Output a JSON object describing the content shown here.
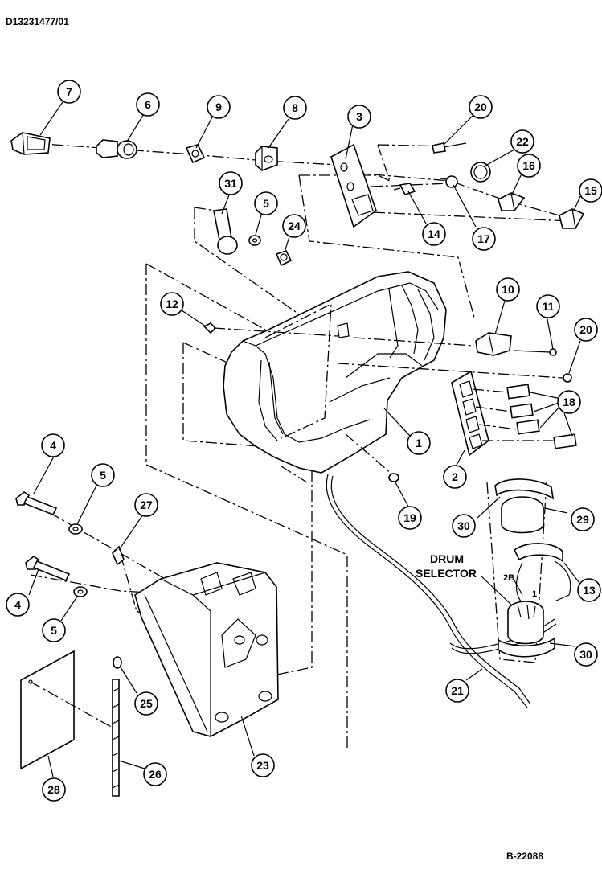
{
  "document_id": "D13231477/01",
  "figure_id": "B-22088",
  "annotation": {
    "line1": "DRUM",
    "line2": "SELECTOR"
  },
  "wire_labels": {
    "a": "2B",
    "b": "1"
  },
  "callouts": [
    {
      "id": "c7",
      "num": "7"
    },
    {
      "id": "c6",
      "num": "6"
    },
    {
      "id": "c9",
      "num": "9"
    },
    {
      "id": "c8",
      "num": "8"
    },
    {
      "id": "c3",
      "num": "3"
    },
    {
      "id": "c20a",
      "num": "20"
    },
    {
      "id": "c22",
      "num": "22"
    },
    {
      "id": "c16",
      "num": "16"
    },
    {
      "id": "c15",
      "num": "15"
    },
    {
      "id": "c31",
      "num": "31"
    },
    {
      "id": "c5a",
      "num": "5"
    },
    {
      "id": "c24",
      "num": "24"
    },
    {
      "id": "c14",
      "num": "14"
    },
    {
      "id": "c17",
      "num": "17"
    },
    {
      "id": "c12",
      "num": "12"
    },
    {
      "id": "c10",
      "num": "10"
    },
    {
      "id": "c11",
      "num": "11"
    },
    {
      "id": "c20b",
      "num": "20"
    },
    {
      "id": "c18",
      "num": "18"
    },
    {
      "id": "c1",
      "num": "1"
    },
    {
      "id": "c2",
      "num": "2"
    },
    {
      "id": "c4a",
      "num": "4"
    },
    {
      "id": "c5b",
      "num": "5"
    },
    {
      "id": "c27",
      "num": "27"
    },
    {
      "id": "c19",
      "num": "19"
    },
    {
      "id": "c30a",
      "num": "30"
    },
    {
      "id": "c29",
      "num": "29"
    },
    {
      "id": "c13",
      "num": "13"
    },
    {
      "id": "c4b",
      "num": "4"
    },
    {
      "id": "c5c",
      "num": "5"
    },
    {
      "id": "c30b",
      "num": "30"
    },
    {
      "id": "c25",
      "num": "25"
    },
    {
      "id": "c21",
      "num": "21"
    },
    {
      "id": "c28",
      "num": "28"
    },
    {
      "id": "c26",
      "num": "26"
    },
    {
      "id": "c23",
      "num": "23"
    }
  ]
}
